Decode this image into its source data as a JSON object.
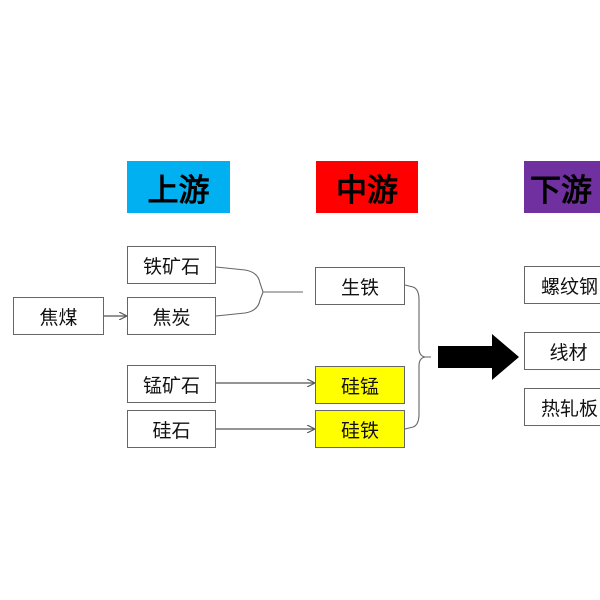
{
  "headers": {
    "upstream": {
      "label": "上游",
      "color": "#00B0F0"
    },
    "midstream": {
      "label": "中游",
      "color": "#FF0000"
    },
    "downstream": {
      "label": "下游",
      "color": "#7030A0"
    }
  },
  "upstream": {
    "coking_coal": "焦煤",
    "iron_ore": "铁矿石",
    "coke": "焦炭",
    "manganese_ore": "锰矿石",
    "silica": "硅石"
  },
  "midstream": {
    "pig_iron": "生铁",
    "silicomanganese": "硅锰",
    "ferrosilicon": "硅铁",
    "highlight_color": "#FFFF00"
  },
  "downstream": {
    "rebar": "螺纹钢",
    "wire_rod": "线材",
    "hot_rolled_coil": "热轧板"
  }
}
